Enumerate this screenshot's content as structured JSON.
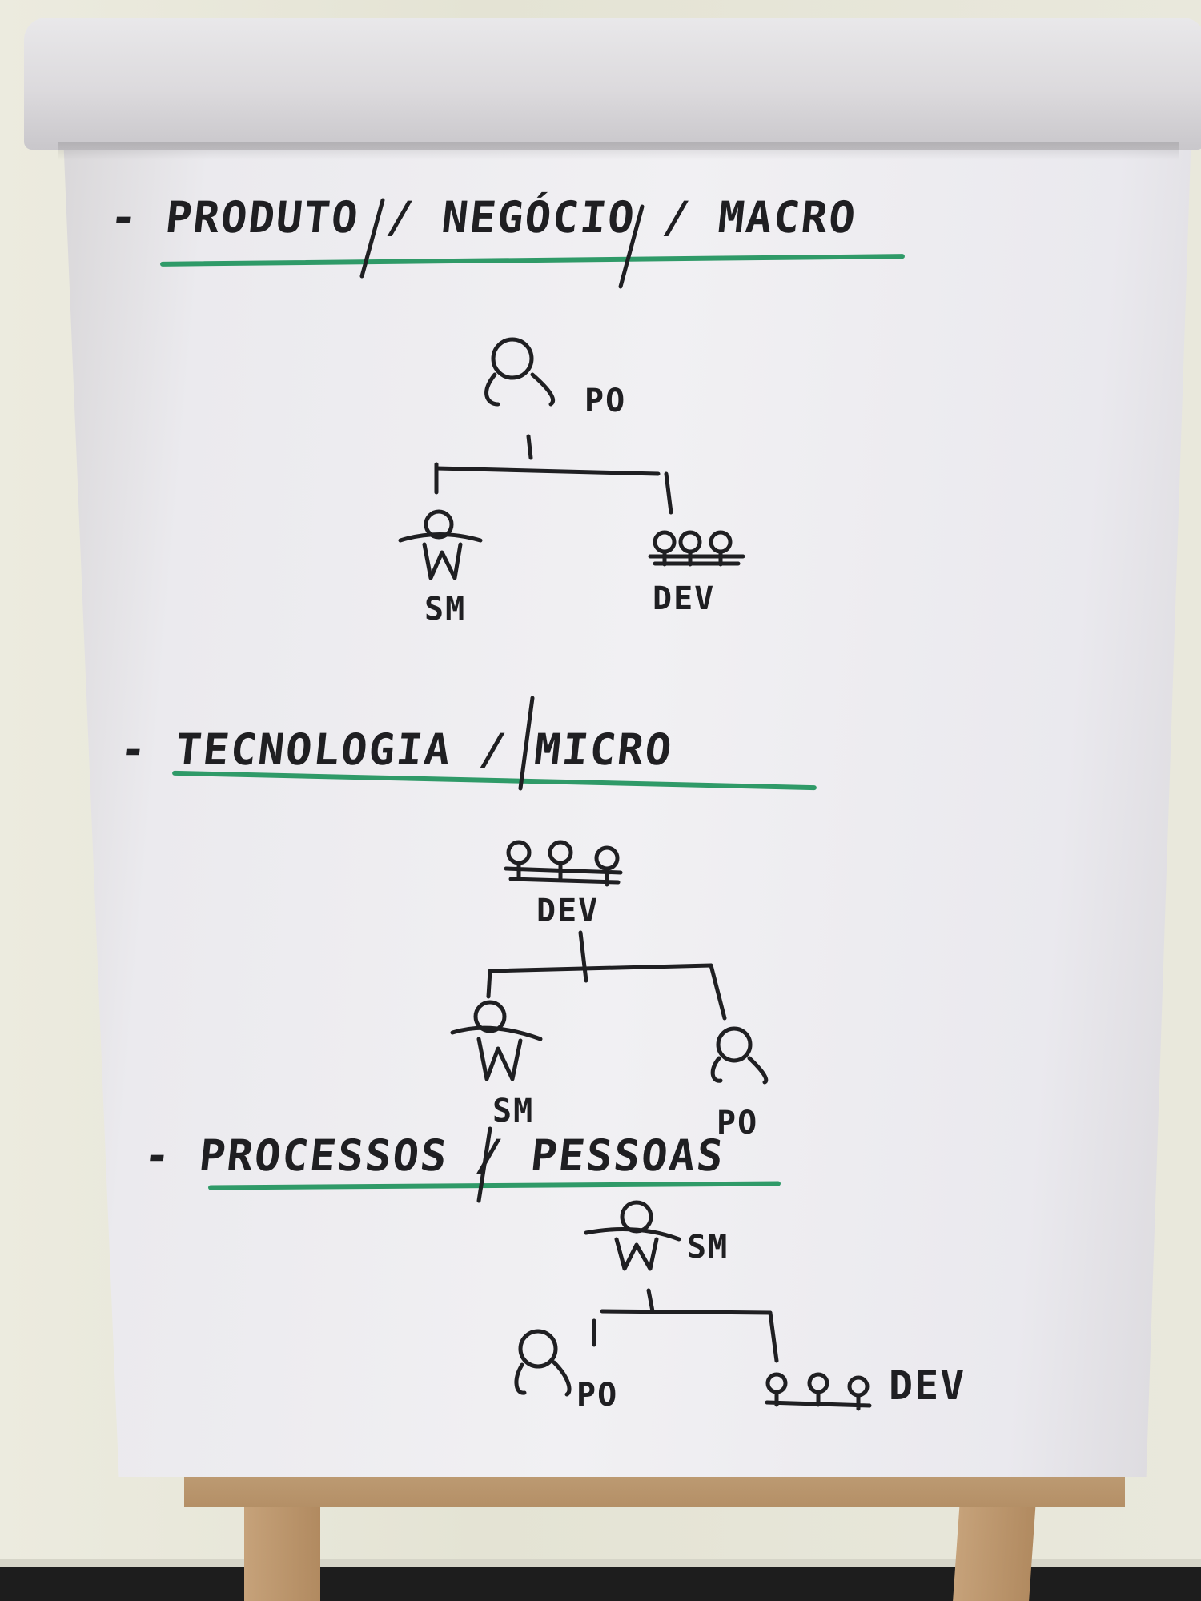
{
  "headings": {
    "h1": "- PRODUTO / NEGÓCIO / MACRO",
    "h2": "- TECNOLOGIA / MICRO",
    "h3": "- PROCESSOS / PESSOAS"
  },
  "tree1": {
    "root": "PO",
    "left": "SM",
    "right": "DEV"
  },
  "tree2": {
    "root": "DEV",
    "left": "SM",
    "right": "PO"
  },
  "tree3": {
    "root": "SM",
    "left": "PO",
    "right": "DEV"
  },
  "colors": {
    "ink": "#1f1f22",
    "underline": "#2f9a68",
    "paper": "#f1f0f3"
  }
}
